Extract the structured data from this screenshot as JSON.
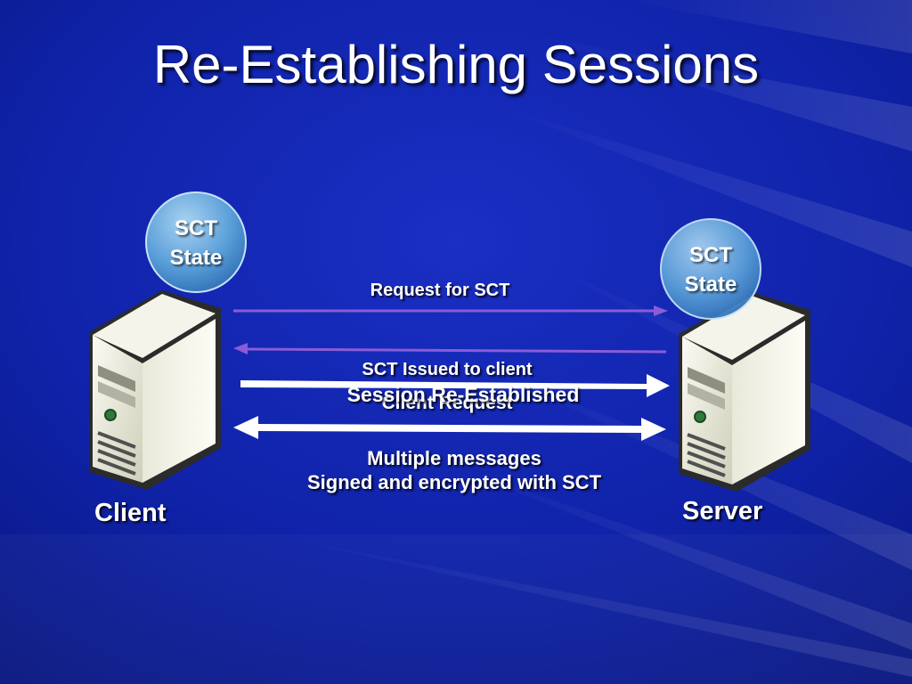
{
  "title": "Re-Establishing Sessions",
  "client": {
    "label": "Client",
    "state_line1": "SCT",
    "state_line2": "State"
  },
  "server": {
    "label": "Server",
    "state_line1": "SCT",
    "state_line2": "State"
  },
  "messages": {
    "request_sct": "Request for SCT",
    "sct_issued": "SCT Issued to client",
    "session_reestablished": "Session Re-Established",
    "client_request": "Client Request",
    "multiple_messages": "Multiple messages",
    "signed_encrypted": "Signed and encrypted with SCT"
  },
  "colors": {
    "background": "#0c1fa3",
    "purple_arrow": "#8a5cd6",
    "white_arrow": "#ffffff"
  }
}
